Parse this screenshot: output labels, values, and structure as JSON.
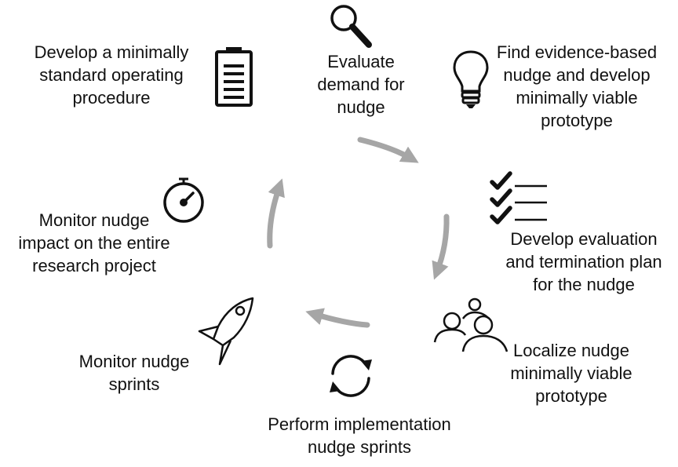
{
  "diagram": {
    "steps": [
      {
        "id": "evaluate",
        "label": "Evaluate\ndemand for\nnudge",
        "icon": "magnifying-glass-icon"
      },
      {
        "id": "find",
        "label": "Find evidence-based\nnudge and develop\nminimally viable\nprototype",
        "icon": "lightbulb-icon"
      },
      {
        "id": "evaluation-plan",
        "label": "Develop  evaluation\nand termination plan\nfor the nudge",
        "icon": "checklist-icon"
      },
      {
        "id": "localize",
        "label": "Localize nudge\nminimally viable\nprototype",
        "icon": "people-group-icon"
      },
      {
        "id": "perform",
        "label": "Perform implementation\nnudge sprints",
        "icon": "cycle-arrows-icon"
      },
      {
        "id": "monitor-sprints",
        "label": "Monitor nudge\nsprints",
        "icon": "rocket-icon"
      },
      {
        "id": "monitor-impact",
        "label": "Monitor nudge\nimpact on the entire\nresearch project",
        "icon": "gauge-icon"
      },
      {
        "id": "sop",
        "label": "Develop  a minimally\nstandard operating\nprocedure",
        "icon": "clipboard-icon"
      }
    ],
    "colors": {
      "arrow": "#a6a6a6",
      "icon": "#111111",
      "text": "#111111"
    }
  }
}
